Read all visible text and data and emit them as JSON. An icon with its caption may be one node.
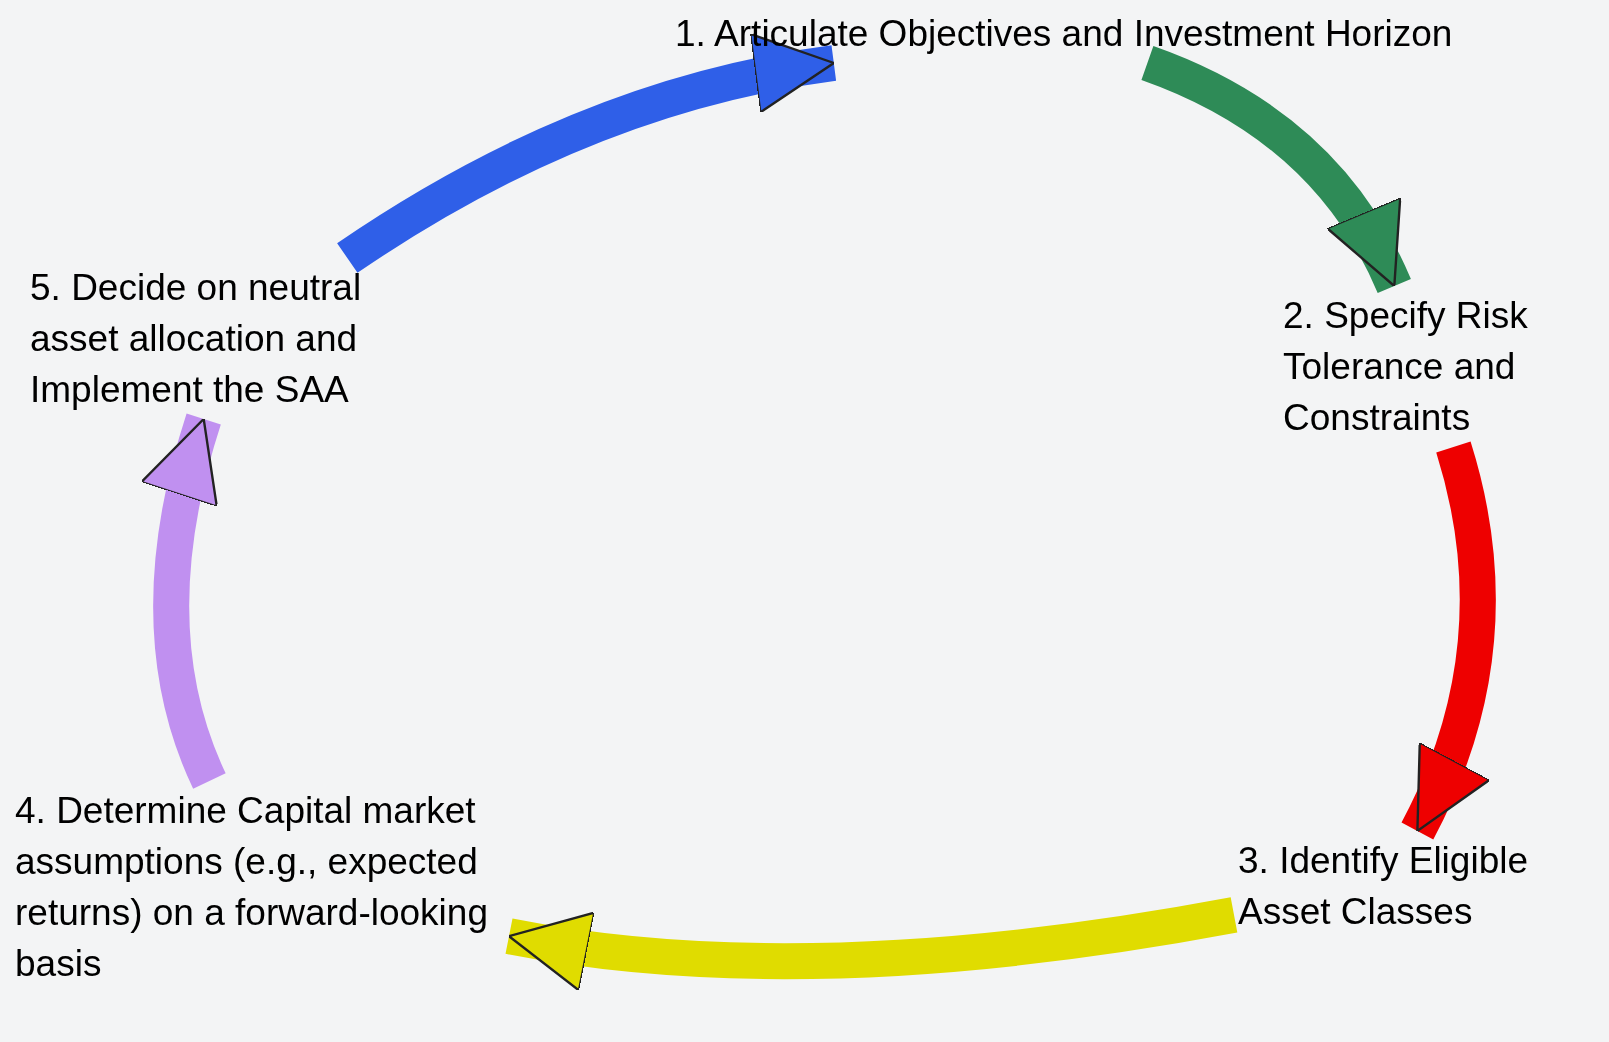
{
  "diagram": {
    "nodes": [
      {
        "text": [
          "1. Articulate Objectives and Investment Horizon"
        ]
      },
      {
        "text": [
          "2. Specify Risk Tolerance and Constraints"
        ]
      },
      {
        "text": [
          "3. Identify Eligible Asset Classes"
        ]
      },
      {
        "text": [
          "4. Determine Capital market assumptions (e.g., expected returns) on a forward-looking basis"
        ]
      },
      {
        "text": [
          "5. Decide on neutral asset allocation and Implement the SAA"
        ]
      }
    ],
    "edges": [
      {
        "from": 0,
        "to": 1,
        "arrow": "to",
        "color": "#2e8b57"
      },
      {
        "from": 1,
        "to": 2,
        "arrow": "to",
        "color": "#ee0000"
      },
      {
        "from": 2,
        "to": 3,
        "arrow": "to",
        "color": "#e0dc00"
      },
      {
        "from": 3,
        "to": 4,
        "arrow": "to",
        "color": "#c090f0"
      },
      {
        "from": 4,
        "to": 0,
        "arrow": "to",
        "color": "#2f5fe8"
      }
    ]
  }
}
